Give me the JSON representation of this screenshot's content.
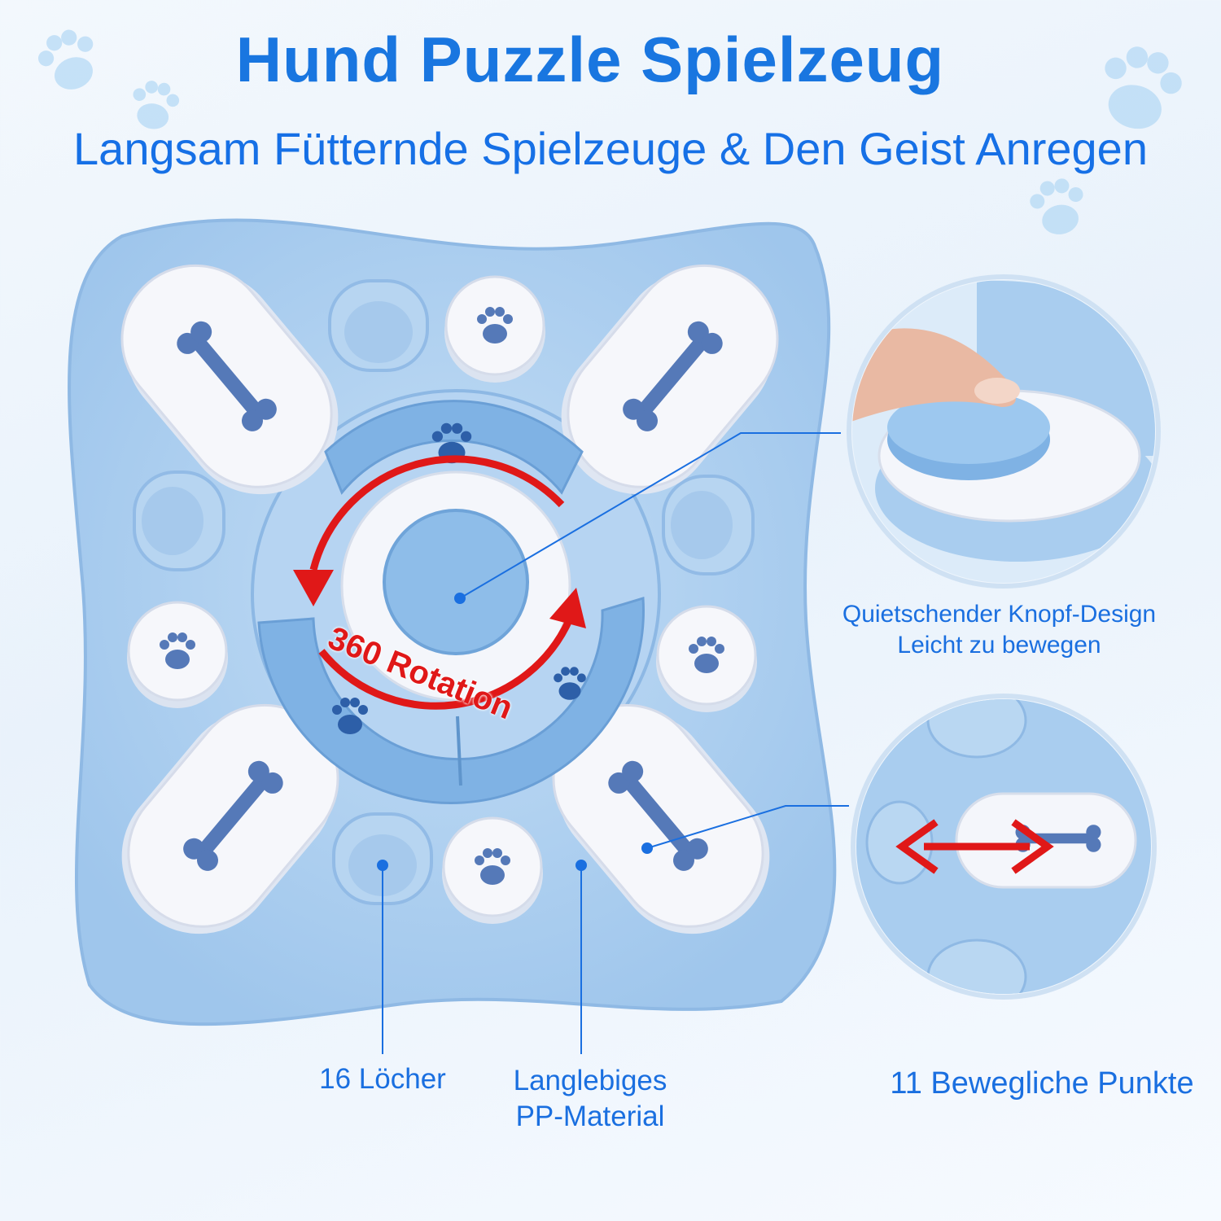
{
  "header": {
    "title": "Hund Puzzle Spielzeug",
    "subtitle": "Langsam Fütternde Spielzeuge & Den Geist Anregen"
  },
  "product": {
    "rotation_label": "360 Rotation",
    "hole_count": 16,
    "movable_points": 11
  },
  "callouts": {
    "button_line1": "Quietschender Knopf-Design",
    "button_line2": "Leicht zu bewegen",
    "holes": "16 Löcher",
    "material_line1": "Langlebiges",
    "material_line2": "PP-Material",
    "movable": "11 Bewegliche Punkte"
  },
  "colors": {
    "accent_text": "#1a6fe0",
    "toy_blue": "#a9cdef",
    "toy_blue_dark": "#7fb2e4",
    "white_part": "#f4f6fb",
    "bone": "#5579b8",
    "arrow_red": "#e01818"
  },
  "icons": [
    "paw-print-icon",
    "bone-icon",
    "rotation-arrow-icon",
    "double-arrow-icon"
  ]
}
